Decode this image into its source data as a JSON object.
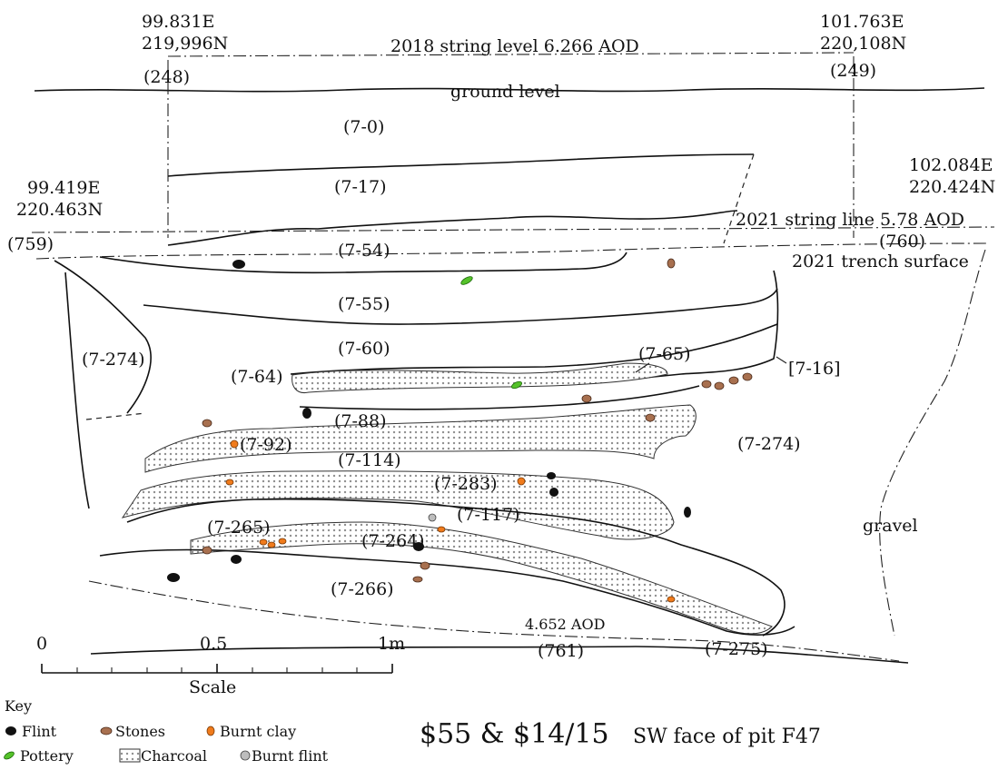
{
  "title": {
    "main": "$55 & $14/15",
    "sub": "SW face of pit F47"
  },
  "survey_points": [
    {
      "id": "(248)",
      "east": "99.831E",
      "north": "219,996N"
    },
    {
      "id": "(249)",
      "east": "101.763E",
      "north": "220,108N"
    },
    {
      "id": "(759)",
      "east": "99.419E",
      "north": "220.463N"
    },
    {
      "id": "(760)",
      "east": "102.084E",
      "north": "220.424N"
    },
    {
      "id": "(761)",
      "level": "4.652 AOD"
    }
  ],
  "lines": {
    "string_2018": "2018 string level 6.266 AOD",
    "ground": "ground level",
    "string_2021": "2021 string line 5.78 AOD",
    "trench_2021": "2021 trench surface",
    "gravel": "gravel",
    "cut": "[7-16]"
  },
  "contexts": [
    "(7-0)",
    "(7-17)",
    "(7-54)",
    "(7-55)",
    "(7-60)",
    "(7-64)",
    "(7-65)",
    "(7-274)",
    "(7-88)",
    "(7-92)",
    "(7-114)",
    "(7-283)",
    "(7-117)",
    "(7-265)",
    "(7-264)",
    "(7-266)",
    "(7-275)",
    "(7-274)"
  ],
  "scale": {
    "ticks": [
      "0",
      "0.5",
      "1m"
    ],
    "label": "Scale"
  },
  "key": {
    "heading": "Key",
    "items": [
      {
        "label": "Flint",
        "symbol": "flint"
      },
      {
        "label": "Stones",
        "symbol": "stone"
      },
      {
        "label": "Burnt clay",
        "symbol": "clay"
      },
      {
        "label": "Pottery",
        "symbol": "pottery"
      },
      {
        "label": "Charcoal",
        "symbol": "charcoal"
      },
      {
        "label": "Burnt flint",
        "symbol": "burnt-flint"
      }
    ]
  },
  "colors": {
    "flint": "#111111",
    "stones": "#a8704f",
    "burnt_clay": "#f07b1c",
    "pottery": "#55c22a",
    "burnt_flint": "#bdbdbd"
  }
}
